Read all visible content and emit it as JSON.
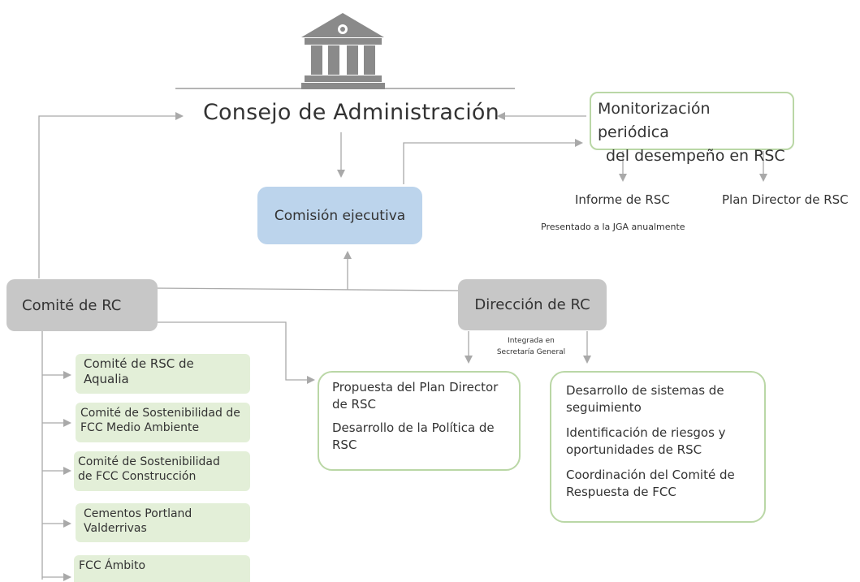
{
  "header": {
    "title": "Consejo de Administración",
    "icon": "bank-building-icon"
  },
  "nodes": {
    "comision": "Comisión ejecutiva",
    "monitorizacion_line1": "Monitorización periódica",
    "monitorizacion_line2": "del desempeño en RSC",
    "informe": "Informe de RSC",
    "informe_note": "Presentado a la JGA anualmente",
    "plan_director": "Plan Director de RSC",
    "comite_rc": "Comité de RC",
    "direccion_rc": "Dirección de RC",
    "integrada_line1": "Integrada en",
    "integrada_line2": "Secretaría General"
  },
  "propuesta_items": [
    {
      "line1": "Propuesta del Plan Director",
      "line2": "de RSC"
    },
    {
      "line1": "Desarrollo de la Política de",
      "line2": "RSC"
    }
  ],
  "desarrollo_items": [
    {
      "line1": "Desarrollo de sistemas de",
      "line2": "seguimiento"
    },
    {
      "line1": "Identificación de riesgos y",
      "line2": "oportunidades de RSC"
    },
    {
      "line1": "Coordinación del Comité de",
      "line2": "Respuesta de FCC"
    }
  ],
  "committees": [
    {
      "line1": "Comité de RSC de",
      "line2": "Aqualia"
    },
    {
      "line1": "Comité de Sostenibilidad de",
      "line2": "FCC Medio Ambiente"
    },
    {
      "line1": "Comité de Sostenibilidad",
      "line2": "de FCC Construcción"
    },
    {
      "line1": "Cementos Portland",
      "line2": "Valderrivas"
    },
    {
      "line1": "FCC Ámbito",
      "line2": ""
    }
  ],
  "colors": {
    "blue_box": "#bcd4ec",
    "gray_box": "#c7c7c7",
    "green_fill": "#e3efd8",
    "green_border": "#bad7a6",
    "line": "#a9a9a9",
    "icon": "#8a8a8a"
  }
}
